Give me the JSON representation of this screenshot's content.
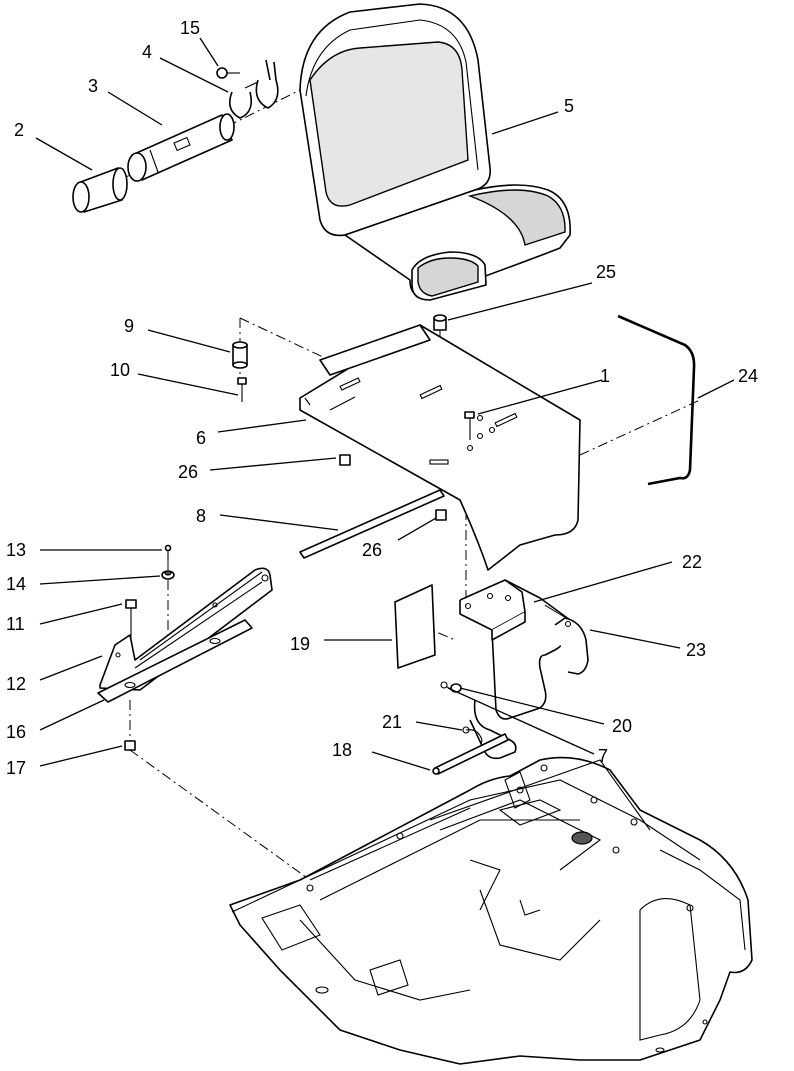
{
  "callouts": {
    "c1": "1",
    "c2": "2",
    "c3": "3",
    "c4": "4",
    "c5": "5",
    "c6": "6",
    "c7": "7",
    "c8": "8",
    "c9": "9",
    "c10": "10",
    "c11": "11",
    "c12": "12",
    "c13": "13",
    "c14": "14",
    "c15": "15",
    "c16": "16",
    "c17": "17",
    "c18": "18",
    "c19": "19",
    "c20": "20",
    "c21": "21",
    "c22": "22",
    "c23": "23",
    "c24": "24",
    "c25": "25",
    "c26a": "26",
    "c26b": "26"
  }
}
